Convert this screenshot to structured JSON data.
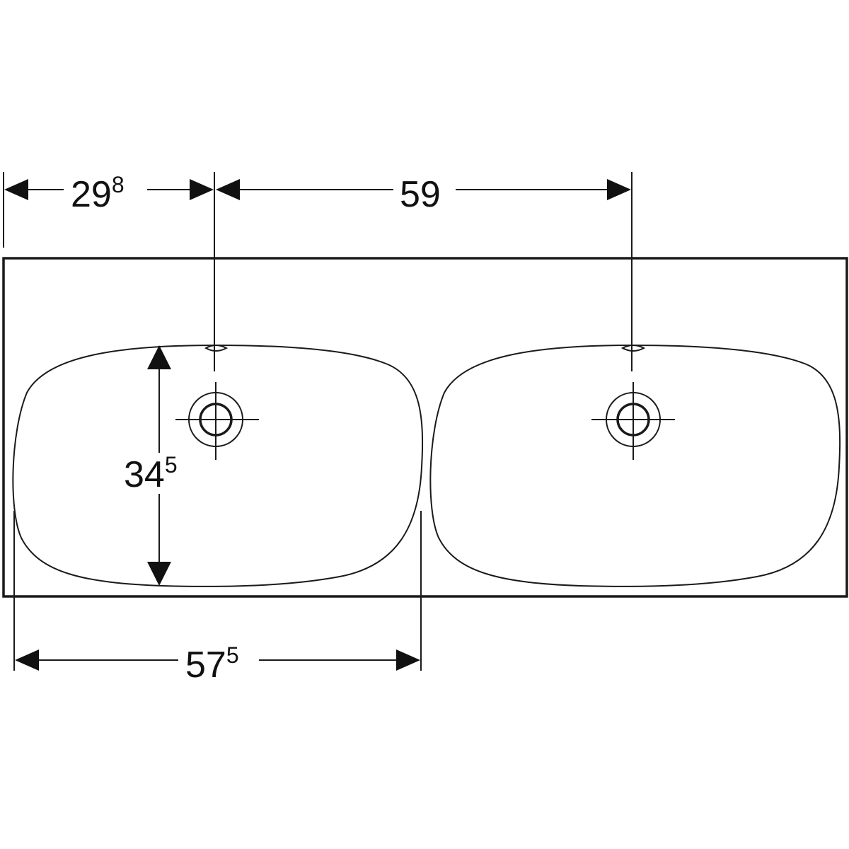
{
  "dimensions": {
    "tap_offset": {
      "main": "29",
      "sup": "8"
    },
    "tap_spacing": {
      "main": "59"
    },
    "bowl_depth": {
      "main": "34",
      "sup": "5"
    },
    "bowl_width": {
      "main": "57",
      "sup": "5"
    }
  }
}
